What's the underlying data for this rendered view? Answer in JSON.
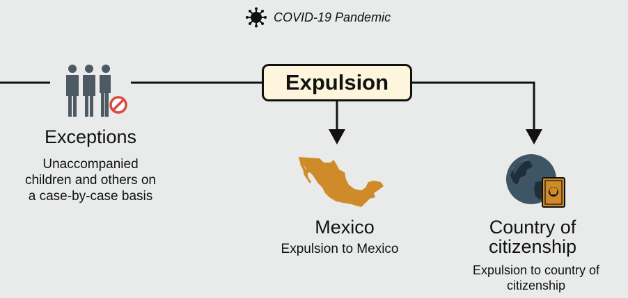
{
  "header": {
    "icon": "virus-icon",
    "title": "COVID-19 Pandemic"
  },
  "center_node": {
    "label": "Expulsion"
  },
  "exceptions": {
    "icon": "people-prohibited-icon",
    "title": "Exceptions",
    "description_lines": [
      "Unaccompanied",
      "children and others on",
      "a case-by-case basis"
    ]
  },
  "mexico": {
    "icon": "mexico-map-icon",
    "title": "Mexico",
    "description": "Expulsion to Mexico"
  },
  "country": {
    "icon": "globe-passport-icon",
    "title_lines": [
      "Country of",
      "citizenship"
    ],
    "description_lines": [
      "Expulsion to country of",
      "citizenship"
    ]
  },
  "colors": {
    "background": "#e9eaea",
    "box_fill": "#fdf5dc",
    "line": "#111111",
    "people": "#4d5a63",
    "prohibited": "#d94b3f",
    "mexico": "#cf8a2a",
    "globe": "#3e5566",
    "passport": "#cf8a2a"
  }
}
